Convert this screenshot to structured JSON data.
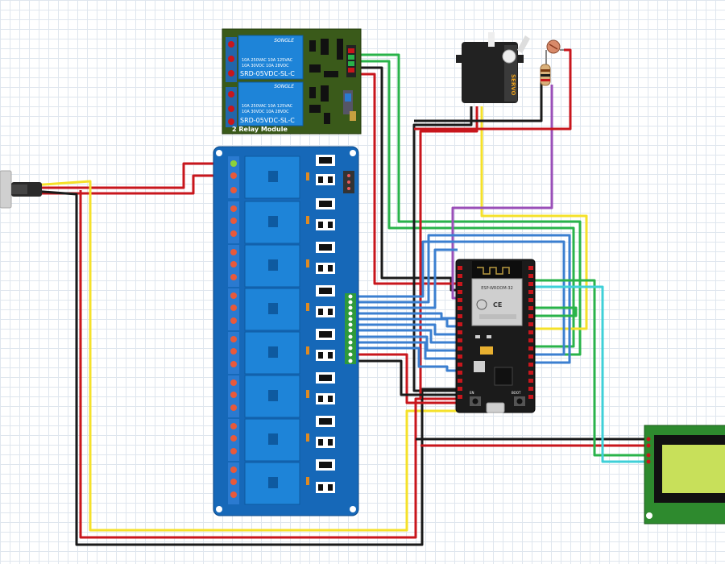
{
  "relay2": {
    "brand": "SONGLE",
    "spec1": "10A 250VAC  10A 125VAC",
    "spec2": "10A  30VDC  10A  28VDC",
    "model": "SRD-05VDC-SL-C",
    "title": "2 Relay Module"
  },
  "servo": {
    "label": "SERVO"
  },
  "esp32": {
    "shield_label": "ESP-WROOM-32",
    "en_label": "EN",
    "boot_label": "BOOT"
  },
  "colors": {
    "wire_red": "#c8161c",
    "wire_black": "#1a1a1a",
    "wire_yellow": "#f5e12a",
    "wire_green": "#29b34a",
    "wire_blue": "#3b7fd0",
    "wire_purple": "#9a4fb8",
    "wire_cyan": "#3fd0d8",
    "relay_blue": "#1668b8",
    "relay2_pcb": "#3a5a1a",
    "esp_board": "#1b1b1b",
    "lcd_screen": "#c8e05a"
  }
}
